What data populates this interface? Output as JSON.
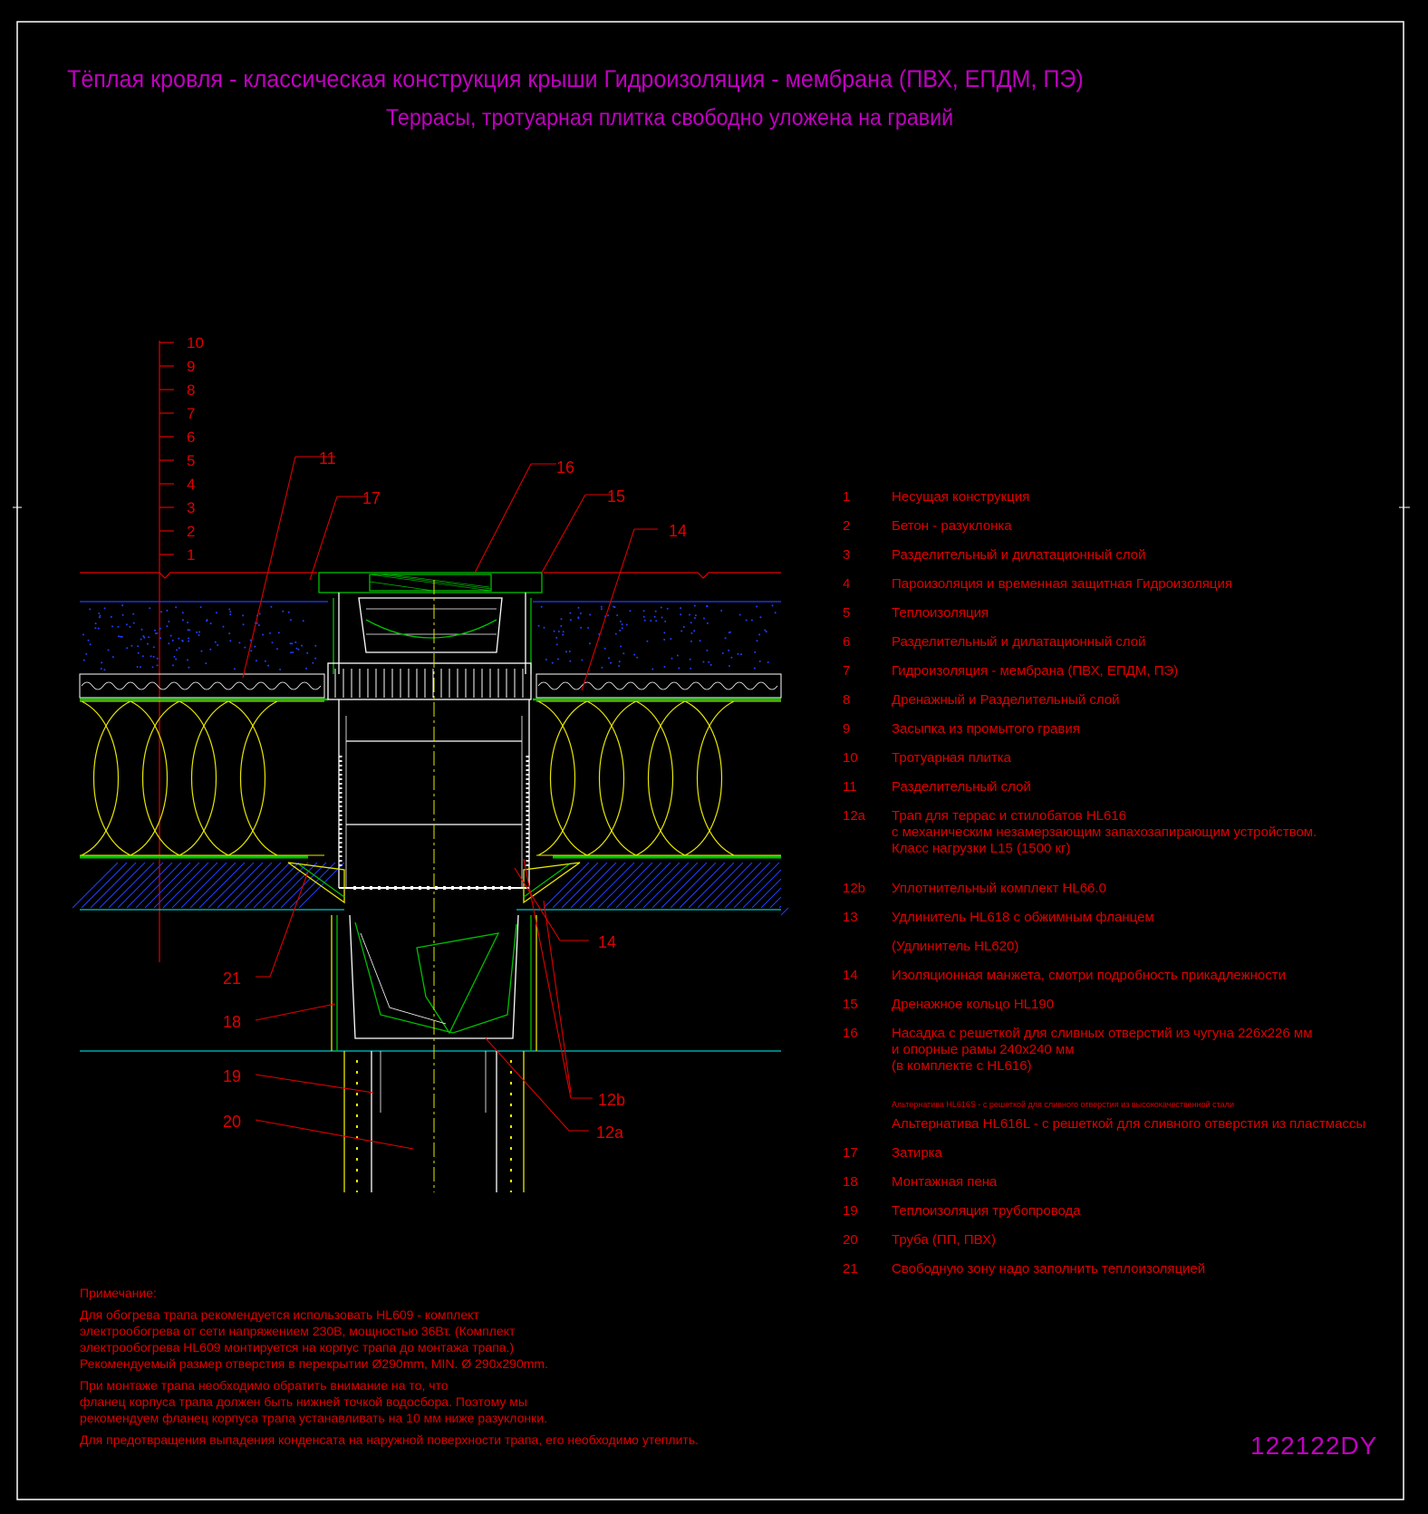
{
  "title": {
    "line1": "Тёплая кровля - классическая конструкция крыши Гидроизоляция - мембрана (ПВХ, ЕПДМ, ПЭ)",
    "line2": "Террасы, тротуарная плитка свободно уложена на гравий"
  },
  "layer_scale": [
    "10",
    "9",
    "8",
    "7",
    "6",
    "5",
    "4",
    "3",
    "2",
    "1"
  ],
  "callouts": {
    "c11": "11",
    "c17": "17",
    "c16": "16",
    "c15": "15",
    "c14_top": "14",
    "c14_bot": "14",
    "c21": "21",
    "c18": "18",
    "c19": "19",
    "c20": "20",
    "c12b": "12b",
    "c12a": "12a"
  },
  "legend": [
    {
      "num": "1",
      "lines": [
        "Несущая конструкция"
      ]
    },
    {
      "num": "2",
      "lines": [
        "Бетон - разуклонка"
      ]
    },
    {
      "num": "3",
      "lines": [
        "Разделительный и дилатационный слой"
      ]
    },
    {
      "num": "4",
      "lines": [
        "Пароизоляция и временная защитная Гидроизоляция"
      ]
    },
    {
      "num": "5",
      "lines": [
        "Теплоизоляция"
      ]
    },
    {
      "num": "6",
      "lines": [
        "Разделительный и дилатационный слой"
      ]
    },
    {
      "num": "7",
      "lines": [
        "Гидроизоляция - мембрана (ПВХ, ЕПДМ, ПЭ)"
      ]
    },
    {
      "num": "8",
      "lines": [
        "Дренажный и Разделительный слой"
      ]
    },
    {
      "num": "9",
      "lines": [
        "Засыпка из промытого гравия"
      ]
    },
    {
      "num": "10",
      "lines": [
        "Тротуарная плитка"
      ]
    },
    {
      "num": "11",
      "lines": [
        "Разделительный слой"
      ]
    },
    {
      "num": "12a",
      "lines": [
        "Трап для террас и стилобатов HL616",
        "с механическим незамерзающим запахозапирающим устройством.",
        "Класс нагрузки L15 (1500 кг)"
      ]
    },
    {
      "num": "12b",
      "lines": [
        "Уплотнительный комплект HL66.0"
      ]
    },
    {
      "num": "13",
      "lines": [
        "Удлинитель HL618 с обжимным фланцем"
      ]
    },
    {
      "num": "",
      "lines": [
        "(Удлинитель HL620)"
      ]
    },
    {
      "num": "14",
      "lines": [
        "Изоляционная  манжета, смотри подробность прикадлежности"
      ]
    },
    {
      "num": "15",
      "lines": [
        "Дренажное кольцо HL190"
      ]
    },
    {
      "num": "16",
      "lines": [
        "Насадка с решеткой для сливных отверстий из чугуна 226x226 мм",
        "и опорные рамы 240x240 мм",
        "(в комплекте с HL616)"
      ]
    },
    {
      "num": "",
      "small": true,
      "lines": [
        "Альтернатива HL616S - с решеткой  для сливного отверстия из высококачественной стали"
      ]
    },
    {
      "num": "",
      "lines": [
        "Альтернатива HL616L - с решеткой  для сливного отверстия из пластмассы"
      ]
    },
    {
      "num": "17",
      "lines": [
        "Затирка"
      ]
    },
    {
      "num": "18",
      "lines": [
        "Монтажная пена"
      ]
    },
    {
      "num": "19",
      "lines": [
        "Теплоизоляция трубопровода"
      ]
    },
    {
      "num": "20",
      "lines": [
        "Труба (ПП, ПВХ)"
      ]
    },
    {
      "num": "21",
      "lines": [
        "Свободную зону надо заполнить теплоизоляцией"
      ]
    }
  ],
  "notes": {
    "heading": "Примечание:",
    "p1": [
      "Для обогрева трапа рекомендуется использовать HL609 - комплект",
      "электрообогрева от сети напряжением 230В, мощностью 36Вт. (Комплект",
      "электрообогрева HL609 монтируется на корпус трапа до монтажа трапа.)",
      "Рекомендуемый размер отверстия в перекрытии Ø290mm, MIN. Ø  290x290mm."
    ],
    "p2": [
      "При монтаже трапа необходимо обратить внимание на то, что",
      "фланец корпуса трапа должен быть нижней точкой водосбора. Поэтому мы",
      "рекомендуем фланец корпуса трапа устанавливать на 10 мм ниже разуклонки."
    ],
    "p3": [
      "Для предотвращения выпадения конденсата на наружной поверхности трапа, его необходимо утеплить."
    ]
  },
  "drawing_code": "122122DY",
  "colors": {
    "red": "#e00000",
    "magenta": "#c000c0",
    "yellow": "#e8e800",
    "green": "#00c000",
    "blue": "#2040ff",
    "cyan": "#00c8c8",
    "white": "#ffffff"
  }
}
